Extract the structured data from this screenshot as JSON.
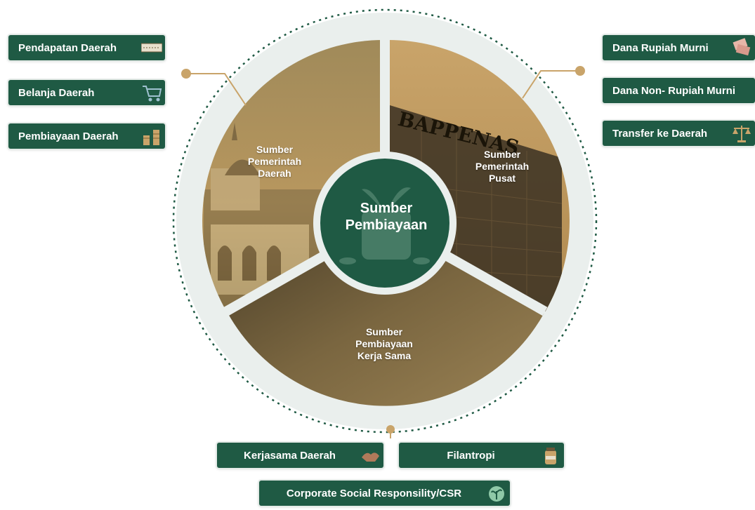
{
  "center": {
    "lines": [
      "Sumber",
      "Pembiayaan"
    ]
  },
  "segments": {
    "daerah": {
      "lines": [
        "Sumber",
        "Pemerintah",
        "Daerah"
      ]
    },
    "pusat": {
      "lines": [
        "Sumber",
        "Pemerintah",
        "Pusat"
      ]
    },
    "kerjasama": {
      "lines": [
        "Sumber",
        "Pembiayaan",
        "Kerja Sama"
      ]
    }
  },
  "pusat_photo_text": "BAPPENAS",
  "left_items": [
    {
      "label": "Pendapatan Daerah",
      "icon": "income-sign-icon"
    },
    {
      "label": "Belanja Daerah",
      "icon": "shopping-cart-icon"
    },
    {
      "label": "Pembiayaan Daerah",
      "icon": "coin-stack-icon"
    }
  ],
  "right_items": [
    {
      "label": "Dana Rupiah Murni",
      "icon": "banknotes-icon"
    },
    {
      "label": "Dana Non- Rupiah Murni",
      "icon": ""
    },
    {
      "label": "Transfer ke Daerah",
      "icon": "balance-scale-icon"
    }
  ],
  "bottom_items": [
    {
      "label": "Kerjasama Daerah",
      "icon": "handshake-icon"
    },
    {
      "label": "Filantropi",
      "icon": "donation-jar-icon"
    },
    {
      "label": "Corporate Social Responsility/CSR",
      "icon": "green-plant-icon"
    }
  ],
  "colors": {
    "primary_green": "#1f5a44",
    "gold": "#c9a46a",
    "dark_gold": "#8a7040",
    "dotted_ring": "#1f5a44"
  }
}
